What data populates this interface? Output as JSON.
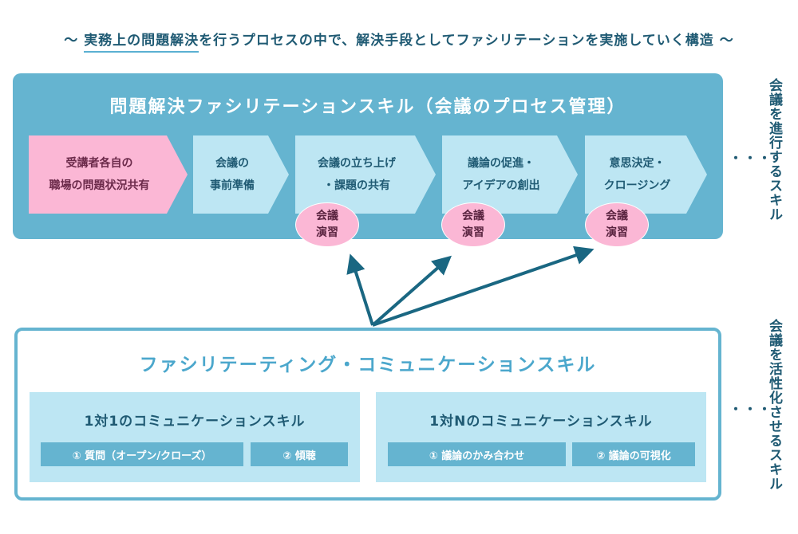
{
  "headline": {
    "prefix": "〜 ",
    "underlined": "実務上の問題解決",
    "rest": "を行うプロセスの中で、解決手段としてファシリテーションを実施していく構造 〜"
  },
  "top": {
    "title": "問題解決ファシリテーションスキル（会議のプロセス管理）",
    "steps": [
      {
        "line1": "受講者各自の",
        "line2": "職場の問題状況共有"
      },
      {
        "line1": "会議の",
        "line2": "事前準備"
      },
      {
        "line1": "会議の立ち上げ",
        "line2": "・課題の共有"
      },
      {
        "line1": "議論の促進・",
        "line2": "アイデアの創出"
      },
      {
        "line1": "意思決定・",
        "line2": "クロージング"
      }
    ],
    "exercise": {
      "line1": "会議",
      "line2": "演習"
    },
    "side_label": "会議を進行するスキル"
  },
  "bottom": {
    "title": "ファシリテーティング・コミュニケーションスキル",
    "one_to_one": {
      "title": "1対1のコミュニケーションスキル",
      "items": [
        "① 質問（オープン/クローズ）",
        "② 傾聴"
      ]
    },
    "one_to_n": {
      "title": "1対Nのコミュニケーションスキル",
      "items": [
        "① 議論のかみ合わせ",
        "② 議論の可視化"
      ]
    },
    "side_label": "会議を活性化させるスキル"
  },
  "dots": "・・・",
  "colors": {
    "panel": "#65b4d0",
    "light": "#bde6f3",
    "pink": "#fbb7d5",
    "text": "#1f5a73",
    "arrow": "#1a6782"
  }
}
